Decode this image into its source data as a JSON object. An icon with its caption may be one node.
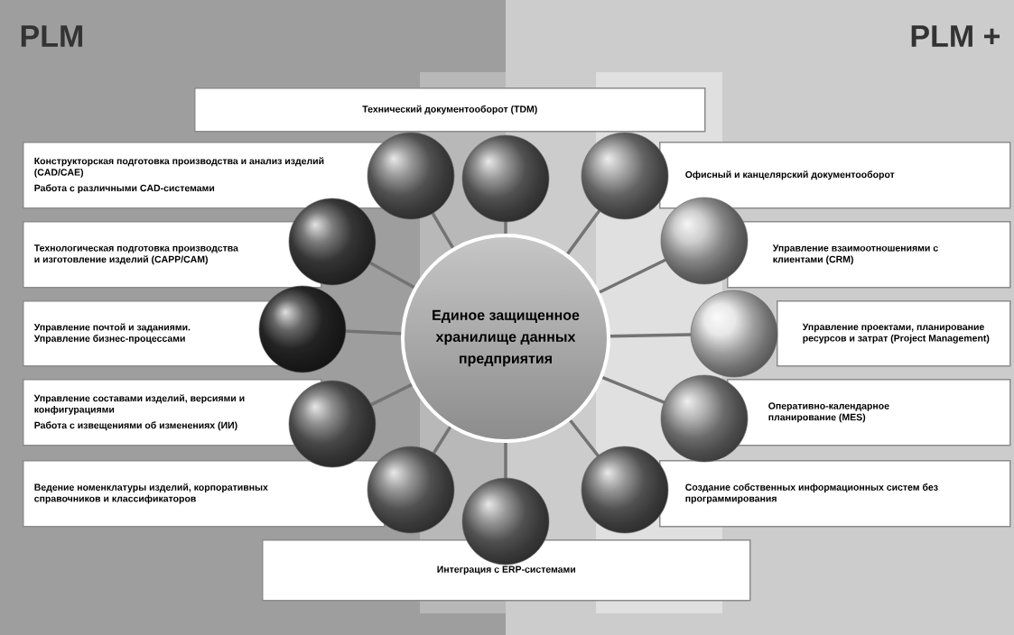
{
  "diagram": {
    "nodes": [
      {
        "text": [
          "Технический документооборот (TDM)"
        ]
      },
      {
        "text": [
          "Конструкторская подготовка производства и анализ изделий (CAD/CAE)",
          "Работа с различными CAD-системами"
        ]
      },
      {
        "text": [
          "Офисный и канцелярский документооборот"
        ]
      },
      {
        "text": [
          "Технологическая подготовка производства и изготовление изделий (CAPP/CAM)"
        ]
      },
      {
        "text": [
          "Управление взаимоотношениями с клиентами (CRM)"
        ]
      },
      {
        "text": [
          "Управление почтой и заданиями. Управление бизнес-процессами"
        ]
      },
      {
        "text": [
          "Управление проектами, планирование ресурсов и затрат (Project Management)"
        ]
      },
      {
        "text": [
          "Управление составами изделий, версиями и конфигурациями",
          "Работа с извещениями об изменениях (ИИ)"
        ]
      },
      {
        "text": [
          "Оперативно-календарное планирование (MES)"
        ]
      },
      {
        "text": [
          "Ведение номенклатуры изделий, корпоративных справочников и классификаторов"
        ]
      },
      {
        "text": [
          "Создание собственных информационных систем без программирования"
        ]
      },
      {
        "text": [
          "Интеграция с ERP-системами"
        ]
      },
      {
        "text": [
          "Единое защищенное хранилище данных предприятия"
        ]
      },
      {
        "text": [],
        "shape": "circle"
      },
      {
        "text": [],
        "shape": "circle"
      },
      {
        "text": [],
        "shape": "circle"
      },
      {
        "text": [],
        "shape": "circle"
      },
      {
        "text": [],
        "shape": "circle"
      },
      {
        "text": [],
        "shape": "circle"
      },
      {
        "text": [],
        "shape": "circle"
      },
      {
        "text": [],
        "shape": "circle"
      },
      {
        "text": [],
        "shape": "circle"
      },
      {
        "text": [],
        "shape": "circle"
      },
      {
        "text": [],
        "shape": "circle"
      },
      {
        "text": [],
        "shape": "circle"
      }
    ],
    "edges": [
      {
        "from": 12,
        "to": 13,
        "arrow": "none"
      },
      {
        "from": 12,
        "to": 14,
        "arrow": "none"
      },
      {
        "from": 12,
        "to": 15,
        "arrow": "none"
      },
      {
        "from": 12,
        "to": 16,
        "arrow": "none"
      },
      {
        "from": 12,
        "to": 17,
        "arrow": "none"
      },
      {
        "from": 12,
        "to": 18,
        "arrow": "none"
      },
      {
        "from": 12,
        "to": 19,
        "arrow": "none"
      },
      {
        "from": 12,
        "to": 20,
        "arrow": "none"
      },
      {
        "from": 12,
        "to": 21,
        "arrow": "none"
      },
      {
        "from": 12,
        "to": 22,
        "arrow": "none"
      },
      {
        "from": 12,
        "to": 23,
        "arrow": "none"
      },
      {
        "from": 12,
        "to": 24,
        "arrow": "none"
      }
    ],
    "labels": [
      "PLM",
      "PLM +"
    ]
  }
}
